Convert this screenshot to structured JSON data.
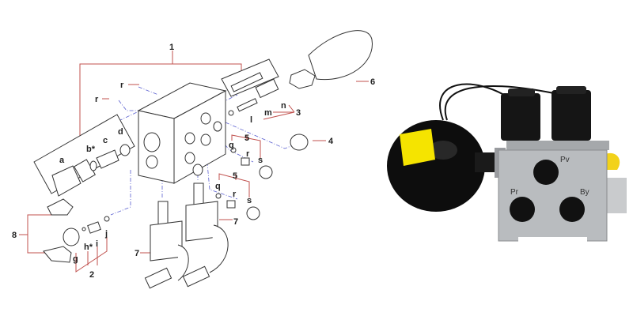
{
  "diagram": {
    "callouts": {
      "c1": "1",
      "c2": "2",
      "c3": "3",
      "c4": "4",
      "c5a": "5",
      "c5b": "5",
      "c6": "6",
      "c7a": "7",
      "c7b": "7",
      "c8": "8",
      "a": "a",
      "b": "b*",
      "c": "c",
      "d": "d",
      "g": "g",
      "h": "h*",
      "i": "i",
      "j": "j",
      "l": "l",
      "m": "m",
      "n": "n",
      "q1": "q",
      "r1": "r",
      "s1": "s",
      "q2": "q",
      "r2": "r",
      "s2": "s",
      "rtop": "r",
      "rleft": "r"
    },
    "colors": {
      "leader": "#c0504d",
      "centerline": "#5a5fd0"
    }
  },
  "photo": {
    "ports": {
      "pv": "Pv",
      "pr": "Pr",
      "by": "By"
    },
    "colors": {
      "block": "#b9bcbf",
      "accumulator": "#111111",
      "label": "#f5e400",
      "cap": "#f2d21a"
    }
  }
}
